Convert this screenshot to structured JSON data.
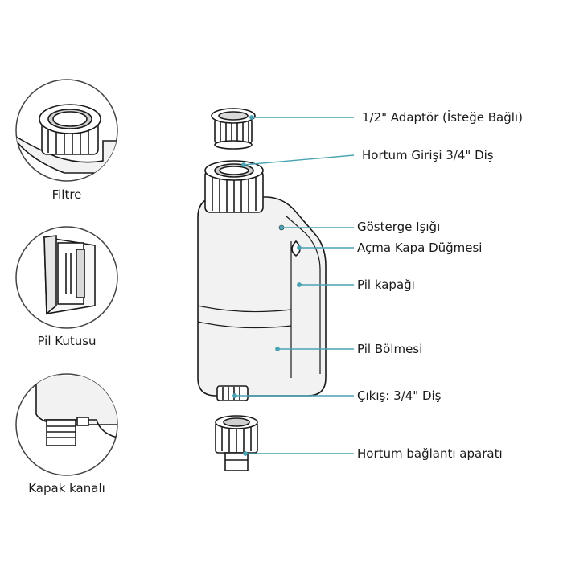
{
  "colors": {
    "leader": "#4aa3b3",
    "outline": "#1a1a1a",
    "body_fill": "#f2f2f2",
    "circle_stroke": "#444444"
  },
  "insets": {
    "filter": "Filtre",
    "battery_box": "Pil Kutusu",
    "cover_channel": "Kapak kanalı"
  },
  "labels": {
    "adapter": "1/2\" Adaptör (İsteğe Bağlı)",
    "hose_inlet": "Hortum Girişi 3/4\" Diş",
    "indicator": "Gösterge Işığı",
    "open_button": "Açma Kapa Düğmesi",
    "battery_cover": "Pil kapağı",
    "battery_compartment": "Pil Bölmesi",
    "outlet": "Çıkış: 3/4\" Diş",
    "hose_connector": "Hortum bağlantı aparatı"
  }
}
